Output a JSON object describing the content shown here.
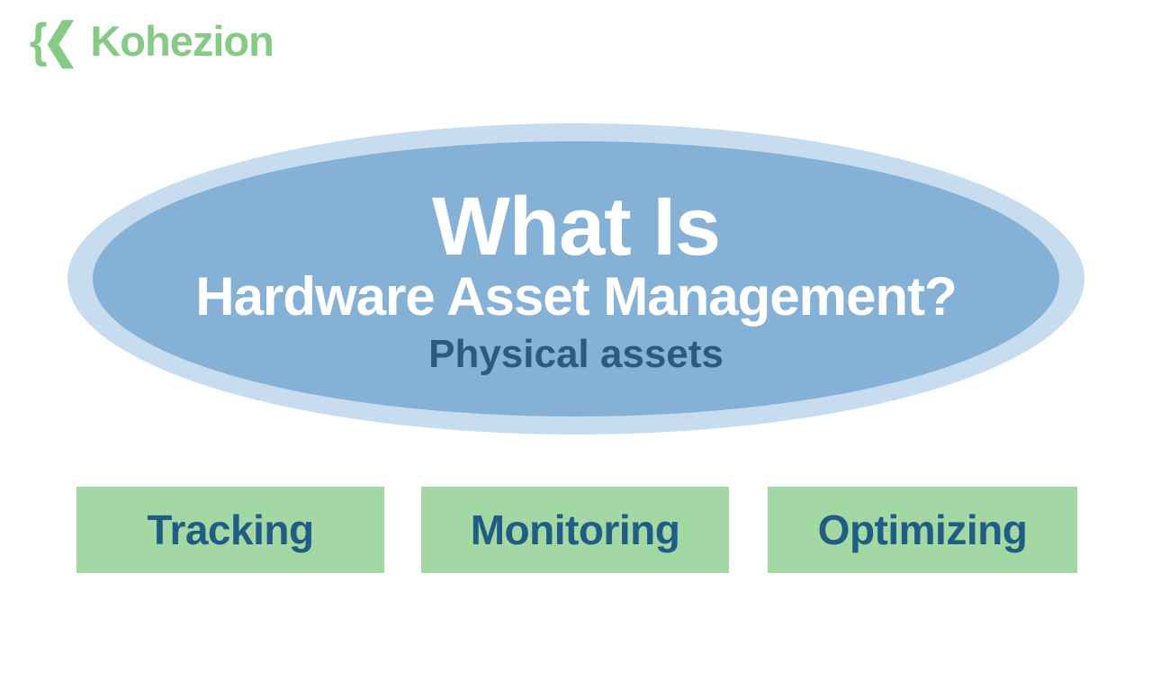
{
  "logo": {
    "icon_glyph": "{❮",
    "text": "Kohezion"
  },
  "headline": {
    "line1": "What Is",
    "line2": "Hardware Asset Management?",
    "subtitle": "Physical assets"
  },
  "pillars": [
    {
      "label": "Tracking"
    },
    {
      "label": "Monitoring"
    },
    {
      "label": "Optimizing"
    }
  ],
  "colors": {
    "logo_green": "#85cb85",
    "ellipse_fill": "#85b1d7",
    "ellipse_ring": "#c7dcee",
    "title_white": "#ffffff",
    "subtitle_blue": "#2a5b7d",
    "pillar_green": "#a3d8a4",
    "pillar_text": "#1f5d84",
    "background": "#ffffff"
  }
}
